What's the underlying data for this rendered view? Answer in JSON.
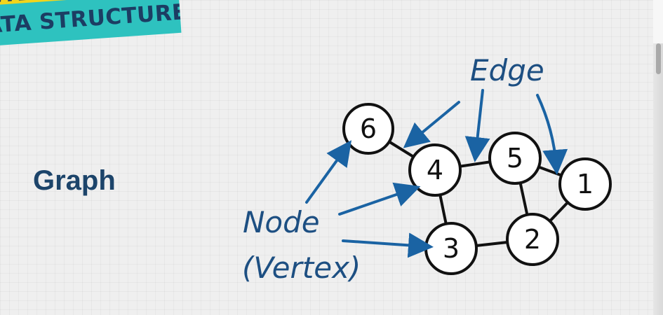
{
  "banner": {
    "top_text": "NTERVIEW",
    "bottom_text": "ATA STRUCTURES",
    "top_color": "#f3d51b",
    "bottom_color": "#2ec2bf"
  },
  "title": "Graph",
  "labels": {
    "edge": "Edge",
    "node": "Node",
    "vertex": "(Vertex)"
  },
  "nodes": [
    "6",
    "4",
    "5",
    "1",
    "3",
    "2"
  ],
  "edges": [
    [
      "6",
      "4"
    ],
    [
      "4",
      "5"
    ],
    [
      "4",
      "3"
    ],
    [
      "5",
      "1"
    ],
    [
      "5",
      "2"
    ],
    [
      "3",
      "2"
    ],
    [
      "2",
      "1"
    ]
  ],
  "colors": {
    "title": "#1c446a",
    "arrow": "#1a63a3",
    "label": "#1d4f82"
  }
}
